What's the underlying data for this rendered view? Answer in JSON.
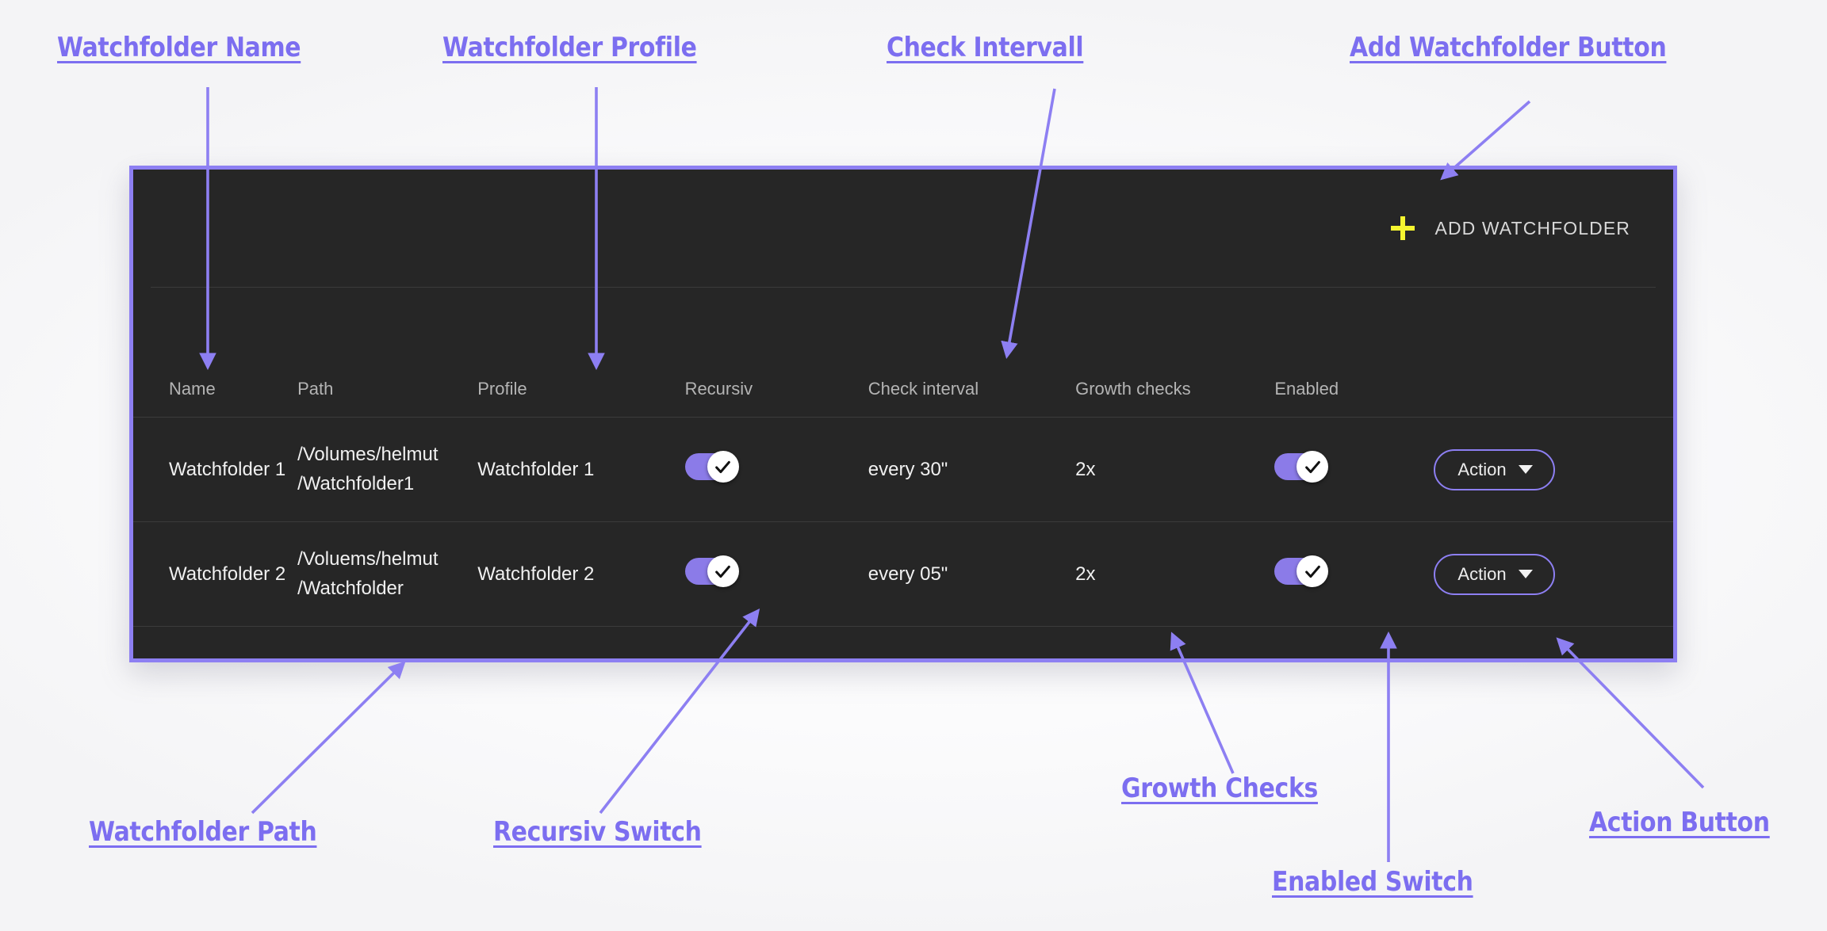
{
  "panel": {
    "toolbar": {
      "add_button_label": "ADD WATCHFOLDER",
      "plus_icon": "plus-icon"
    },
    "table": {
      "columns": [
        "Name",
        "Path",
        "Profile",
        "Recursiv",
        "Check interval",
        "Growth checks",
        "Enabled"
      ],
      "rows": [
        {
          "name": "Watchfolder 1",
          "path_line1": "/Volumes/helmut",
          "path_line2": "/Watchfolder1",
          "profile": "Watchfolder 1",
          "recursiv": "on",
          "check_interval": "every 30\"",
          "growth_checks": "2x",
          "enabled": "on",
          "action_label": "Action"
        },
        {
          "name": "Watchfolder 2",
          "path_line1": "/Voluems/helmut",
          "path_line2": "/Watchfolder",
          "profile": "Watchfolder 2",
          "recursiv": "on",
          "check_interval": "every 05\"",
          "growth_checks": "2x",
          "enabled": "on",
          "action_label": "Action"
        }
      ]
    }
  },
  "annotations": [
    {
      "id": "watchfolder-name",
      "text": "Watchfolder Name"
    },
    {
      "id": "watchfolder-profile",
      "text": "Watchfolder Profile"
    },
    {
      "id": "check-intervall",
      "text": "Check Intervall"
    },
    {
      "id": "add-watchfolder-button",
      "text": "Add Watchfolder Button"
    },
    {
      "id": "watchfolder-path",
      "text": "Watchfolder Path"
    },
    {
      "id": "recursiv-switch",
      "text": "Recursiv Switch"
    },
    {
      "id": "growth-checks",
      "text": "Growth Checks"
    },
    {
      "id": "enabled-switch",
      "text": "Enabled Switch"
    },
    {
      "id": "action-button",
      "text": "Action Button"
    }
  ],
  "colors": {
    "accent_purple": "#8d7ff2",
    "annotation_purple": "#7c6ef0",
    "panel_background": "#262626",
    "plus_yellow": "#f6f630",
    "toggle_track": "#8b7be8"
  }
}
